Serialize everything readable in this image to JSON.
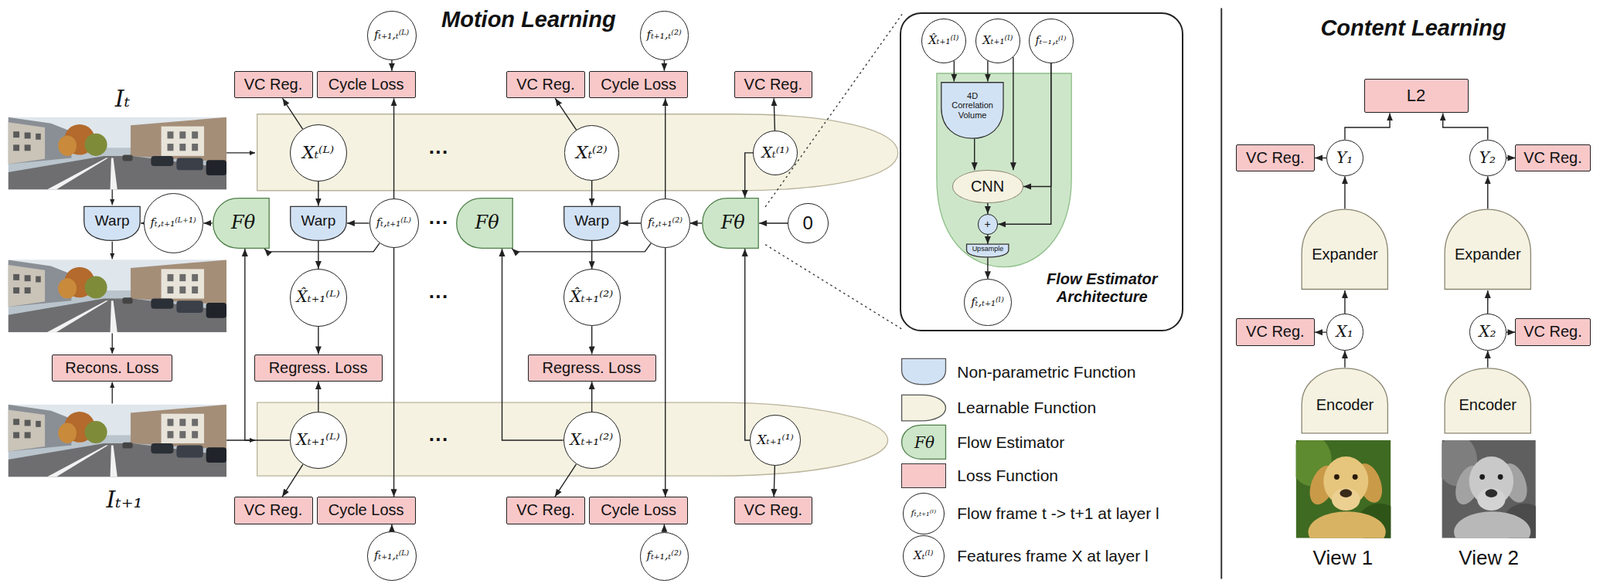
{
  "diagram": {
    "nodes": [
      {
        "text": [
          "fₜ₊₁,ₜ⁽ᴸ⁾"
        ]
      },
      {
        "text": [
          "fₜ₊₁,ₜ⁽²⁾"
        ]
      },
      {
        "text": [
          "VC Reg."
        ]
      },
      {
        "text": [
          "Cycle Loss"
        ]
      },
      {
        "text": [
          "VC Reg."
        ]
      },
      {
        "text": [
          "Cycle Loss"
        ]
      },
      {
        "text": [
          "VC Reg."
        ]
      },
      {
        "text": [
          "Xₜ⁽ᴸ⁾"
        ]
      },
      {
        "text": [
          "Xₜ⁽²⁾"
        ]
      },
      {
        "text": [
          "Xₜ⁽¹⁾"
        ]
      },
      {
        "text": [
          "Warp"
        ]
      },
      {
        "text": [
          "fₜ,ₜ₊₁⁽ᴸ⁺¹⁾"
        ]
      },
      {
        "text": [
          "Fθ"
        ]
      },
      {
        "text": [
          "Warp"
        ]
      },
      {
        "text": [
          "fₜ,ₜ₊₁⁽ᴸ⁾"
        ]
      },
      {
        "text": [
          "Fθ"
        ]
      },
      {
        "text": [
          "Warp"
        ]
      },
      {
        "text": [
          "fₜ,ₜ₊₁⁽²⁾"
        ]
      },
      {
        "text": [
          "Fθ"
        ]
      },
      {
        "text": [
          "0"
        ]
      },
      {
        "text": [
          "X̂ₜ₊₁⁽ᴸ⁾"
        ]
      },
      {
        "text": [
          "X̂ₜ₊₁⁽²⁾"
        ]
      },
      {
        "text": [
          "Recons. Loss"
        ]
      },
      {
        "text": [
          "Regress. Loss"
        ]
      },
      {
        "text": [
          "Regress. Loss"
        ]
      },
      {
        "text": [
          "Xₜ₊₁⁽ᴸ⁾"
        ]
      },
      {
        "text": [
          "Xₜ₊₁⁽²⁾"
        ]
      },
      {
        "text": [
          "Xₜ₊₁⁽¹⁾"
        ]
      },
      {
        "text": [
          "VC Reg."
        ]
      },
      {
        "text": [
          "Cycle Loss"
        ]
      },
      {
        "text": [
          "VC Reg."
        ]
      },
      {
        "text": [
          "Cycle Loss"
        ]
      },
      {
        "text": [
          "VC Reg."
        ]
      },
      {
        "text": [
          "fₜ₊₁,ₜ⁽ᴸ⁾"
        ]
      },
      {
        "text": [
          "fₜ₊₁,ₜ⁽²⁾"
        ]
      },
      {
        "text": [
          "Flow Estimator Architecture"
        ]
      },
      {
        "text": [
          "X̂ₜ₊₁⁽ˡ⁾"
        ],
        "in": 35
      },
      {
        "text": [
          "Xₜ₊₁⁽ˡ⁾"
        ],
        "in": 35
      },
      {
        "text": [
          "fₜ₋₁,ₜ⁽ˡ⁾"
        ],
        "in": 35
      },
      {
        "text": [
          "4D Correlation Volume"
        ],
        "in": 35
      },
      {
        "text": [
          "CNN"
        ],
        "in": 35
      },
      {
        "text": [
          "+"
        ],
        "in": 35
      },
      {
        "text": [
          "Upsample"
        ],
        "in": 35
      },
      {
        "text": [
          "fₜ,ₜ₊₁⁽ˡ⁾"
        ],
        "in": 35
      },
      {
        "text": [
          "L2"
        ]
      },
      {
        "text": [
          "VC Reg."
        ]
      },
      {
        "text": [
          "Y₁"
        ]
      },
      {
        "text": [
          "Y₂"
        ]
      },
      {
        "text": [
          "VC Reg."
        ]
      },
      {
        "text": [
          "Expander"
        ]
      },
      {
        "text": [
          "Expander"
        ]
      },
      {
        "text": [
          "VC Reg."
        ]
      },
      {
        "text": [
          "X₁"
        ]
      },
      {
        "text": [
          "X₂"
        ]
      },
      {
        "text": [
          "VC Reg."
        ]
      },
      {
        "text": [
          "Encoder"
        ]
      },
      {
        "text": [
          "Encoder"
        ]
      }
    ],
    "edges": [
      {
        "from": 7,
        "to": 2,
        "arrow": "to"
      },
      {
        "from": 0,
        "to": 3,
        "arrow": "to"
      },
      {
        "from": 14,
        "to": 3,
        "arrow": "to"
      },
      {
        "from": 8,
        "to": 4,
        "arrow": "to"
      },
      {
        "from": 1,
        "to": 5,
        "arrow": "to"
      },
      {
        "from": 17,
        "to": 5,
        "arrow": "to"
      },
      {
        "from": 9,
        "to": 6,
        "arrow": "to"
      },
      {
        "from": 11,
        "to": 10,
        "arrow": "to"
      },
      {
        "from": 12,
        "to": 11,
        "arrow": "to"
      },
      {
        "from": 7,
        "to": 13,
        "arrow": "to"
      },
      {
        "from": 14,
        "to": 13,
        "arrow": "to"
      },
      {
        "from": 14,
        "to": 12,
        "arrow": "to"
      },
      {
        "from": 13,
        "to": 20,
        "arrow": "to"
      },
      {
        "from": 25,
        "to": 12,
        "arrow": "to"
      },
      {
        "from": 17,
        "to": 15,
        "arrow": "to"
      },
      {
        "from": 8,
        "to": 16,
        "arrow": "to"
      },
      {
        "from": 17,
        "to": 16,
        "arrow": "to"
      },
      {
        "from": 16,
        "to": 21,
        "arrow": "to"
      },
      {
        "from": 26,
        "to": 15,
        "arrow": "to"
      },
      {
        "from": 18,
        "to": 17,
        "arrow": "to"
      },
      {
        "from": 19,
        "to": 18,
        "arrow": "to"
      },
      {
        "from": 9,
        "to": 18,
        "arrow": "to"
      },
      {
        "from": 27,
        "to": 18,
        "arrow": "to"
      },
      {
        "from": 20,
        "to": 23,
        "arrow": "to"
      },
      {
        "from": 25,
        "to": 23,
        "arrow": "to"
      },
      {
        "from": 21,
        "to": 24,
        "arrow": "to"
      },
      {
        "from": 26,
        "to": 24,
        "arrow": "to"
      },
      {
        "from": 25,
        "to": 28,
        "arrow": "to"
      },
      {
        "from": 33,
        "to": 29,
        "arrow": "to"
      },
      {
        "from": 14,
        "to": 29,
        "arrow": "to"
      },
      {
        "from": 26,
        "to": 30,
        "arrow": "to"
      },
      {
        "from": 34,
        "to": 31,
        "arrow": "to"
      },
      {
        "from": 17,
        "to": 31,
        "arrow": "to"
      },
      {
        "from": 27,
        "to": 32,
        "arrow": "to"
      },
      {
        "from": 36,
        "to": 39,
        "arrow": "to"
      },
      {
        "from": 37,
        "to": 39,
        "arrow": "to"
      },
      {
        "from": 37,
        "to": 40,
        "arrow": "to"
      },
      {
        "from": 38,
        "to": 40,
        "arrow": "to"
      },
      {
        "from": 38,
        "to": 41,
        "arrow": "to"
      },
      {
        "from": 39,
        "to": 40,
        "arrow": "to"
      },
      {
        "from": 40,
        "to": 41,
        "arrow": "to"
      },
      {
        "from": 41,
        "to": 42,
        "arrow": "to"
      },
      {
        "from": 42,
        "to": 43,
        "arrow": "to"
      },
      {
        "from": 46,
        "to": 44,
        "arrow": "to"
      },
      {
        "from": 47,
        "to": 44,
        "arrow": "to"
      },
      {
        "from": 46,
        "to": 45,
        "arrow": "to"
      },
      {
        "from": 47,
        "to": 48,
        "arrow": "to"
      },
      {
        "from": 49,
        "to": 46,
        "arrow": "to"
      },
      {
        "from": 50,
        "to": 47,
        "arrow": "to"
      },
      {
        "from": 52,
        "to": 49,
        "arrow": "to"
      },
      {
        "from": 53,
        "to": 50,
        "arrow": "to"
      },
      {
        "from": 52,
        "to": 51,
        "arrow": "to"
      },
      {
        "from": 53,
        "to": 54,
        "arrow": "to"
      },
      {
        "from": 55,
        "to": 52,
        "arrow": "to"
      },
      {
        "from": 56,
        "to": 53,
        "arrow": "to"
      }
    ],
    "labels": [
      "Motion Learning",
      "Content Learning",
      "Iₜ",
      "Iₜ₊₁",
      "···",
      "···",
      "···",
      "···",
      "Fθ",
      "fₜ,ₜ₊₁⁽ˡ⁾",
      "Xₜ⁽ˡ⁾",
      "View 1",
      "View 2"
    ],
    "legend": [
      {
        "text": "Non-parametric Function",
        "color": "#d2e2f5"
      },
      {
        "text": "Learnable Function",
        "color": "#f5f2e1"
      },
      {
        "text": "Flow Estimator",
        "color": "#cde6c9"
      },
      {
        "text": "Loss Function",
        "color": "#f8c8c9"
      },
      {
        "text": "Flow frame t -> t+1 at layer l"
      },
      {
        "text": "Features frame X at layer l"
      }
    ]
  }
}
